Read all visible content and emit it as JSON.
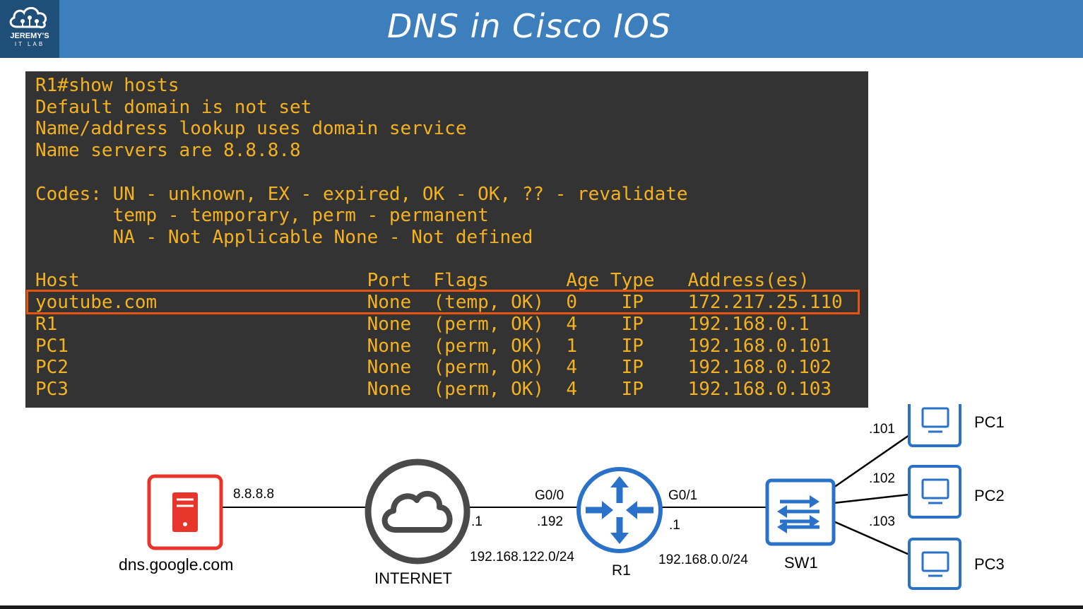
{
  "header": {
    "title": "DNS in Cisco IOS",
    "logo_text": "JEREMY'S",
    "logo_sub": "IT LAB"
  },
  "terminal": {
    "lines": [
      "R1#show hosts",
      "Default domain is not set",
      "Name/address lookup uses domain service",
      "Name servers are 8.8.8.8",
      "",
      "Codes: UN - unknown, EX - expired, OK - OK, ?? - revalidate",
      "       temp - temporary, perm - permanent",
      "       NA - Not Applicable None - Not defined",
      "",
      "Host                          Port  Flags       Age Type   Address(es)",
      "youtube.com                   None  (temp, OK)  0    IP    172.217.25.110",
      "R1                            None  (perm, OK)  4    IP    192.168.0.1",
      "PC1                           None  (perm, OK)  1    IP    192.168.0.101",
      "PC2                           None  (perm, OK)  4    IP    192.168.0.102",
      "PC3                           None  (perm, OK)  4    IP    192.168.0.103"
    ],
    "highlighted_row": "youtube.com"
  },
  "diagram": {
    "dns_server": {
      "name": "dns.google.com",
      "ip": "8.8.8.8",
      "color": "#e8352b"
    },
    "internet": {
      "name": "INTERNET",
      "side_ip": ".1"
    },
    "r1": {
      "name": "R1",
      "g00_label": "G0/0",
      "g00_ip": ".192",
      "g01_label": "G0/1",
      "g01_ip": ".1",
      "color": "#2a72c9"
    },
    "wan_subnet": "192.168.122.0/24",
    "lan_subnet": "192.168.0.0/24",
    "sw1": {
      "name": "SW1"
    },
    "pcs": [
      {
        "name": "PC1",
        "ip": ".101"
      },
      {
        "name": "PC2",
        "ip": ".102"
      },
      {
        "name": "PC3",
        "ip": ".103"
      }
    ]
  },
  "colors": {
    "header": "#3d7fbc",
    "terminal_bg": "#333333",
    "terminal_text": "#f5b220",
    "highlight": "#e8540f",
    "device_blue": "#2a72c9"
  }
}
